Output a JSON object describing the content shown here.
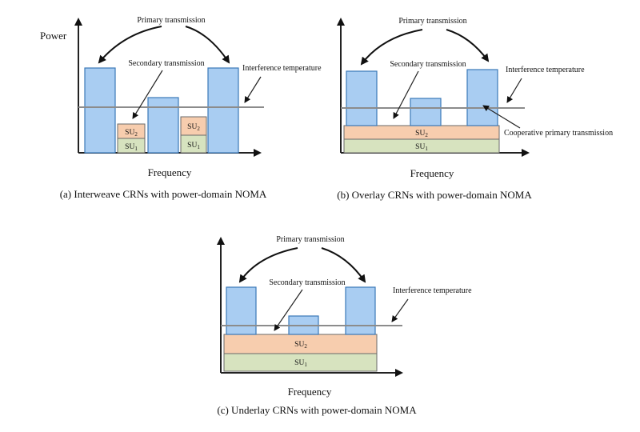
{
  "panels": {
    "a": {
      "y_axis_label": "Power",
      "x_axis_label": "Frequency",
      "caption": "(a) Interweave CRNs with power-domain NOMA",
      "primary": "Primary transmission",
      "secondary": "Secondary transmission",
      "interference": "Interference temperature",
      "su2": "SU",
      "su2_sub": "2",
      "su1": "SU",
      "su1_sub": "1"
    },
    "b": {
      "x_axis_label": "Frequency",
      "caption": "(b) Overlay CRNs with power-domain NOMA",
      "primary": "Primary transmission",
      "secondary": "Secondary transmission",
      "interference": "Interference temperature",
      "cooperative": "Cooperative primary transmission",
      "su2": "SU",
      "su2_sub": "2",
      "su1": "SU",
      "su1_sub": "1"
    },
    "c": {
      "x_axis_label": "Frequency",
      "caption": "(c) Underlay CRNs with power-domain NOMA",
      "primary": "Primary transmission",
      "secondary": "Secondary transmission",
      "interference": "Interference temperature",
      "su2": "SU",
      "su2_sub": "2",
      "su1": "SU",
      "su1_sub": "1"
    }
  }
}
